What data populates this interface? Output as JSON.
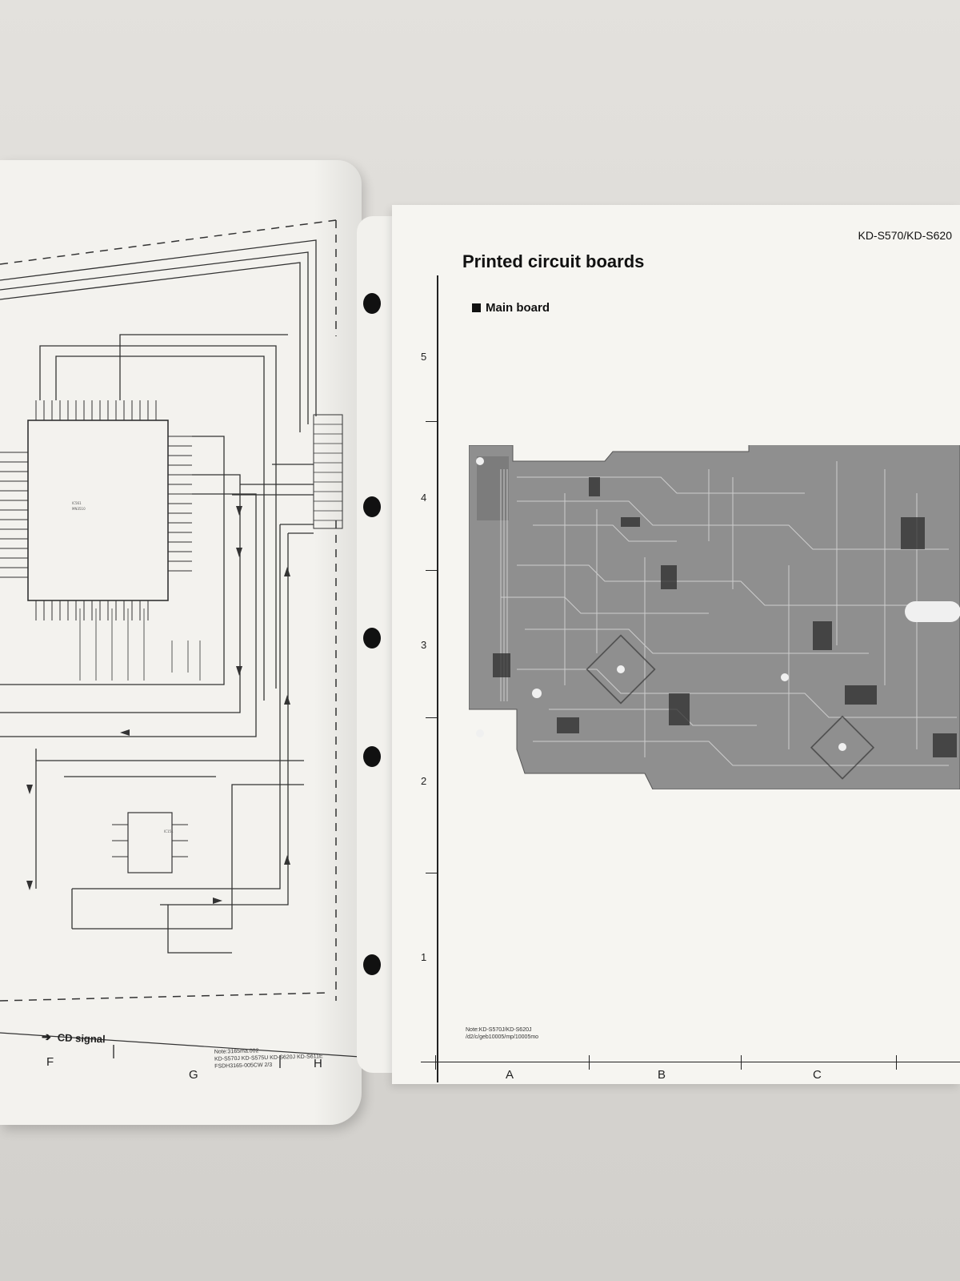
{
  "left_page": {
    "legend_label": "CD signal",
    "note_lines": [
      "Note:3165ma.002",
      "KD-S570J KD-S575U KD-S620J KD-S611E",
      "FSDH3165-005CW 2/3"
    ],
    "column_labels": [
      "F",
      "G",
      "H"
    ]
  },
  "right_page": {
    "model_header": "KD-S570/KD-S620",
    "title": "Printed circuit boards",
    "section": "Main board",
    "row_labels": [
      "5",
      "4",
      "3",
      "2",
      "1"
    ],
    "column_labels": [
      "A",
      "B",
      "C"
    ],
    "note_lines": [
      "Note:KD-S570J/KD-S620J",
      "/d2/c/geb10005/mp/10005mo"
    ]
  },
  "colors": {
    "paper": "#f6f5f1",
    "pcb_fill": "#8f8f8f",
    "ink": "#111111"
  }
}
